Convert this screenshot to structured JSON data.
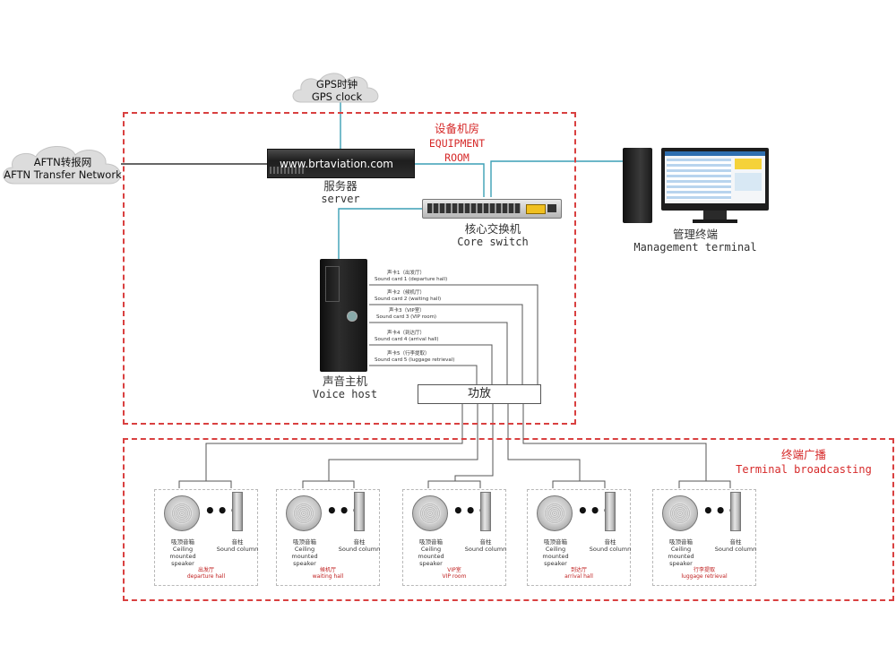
{
  "diagram": {
    "gps_cloud": {
      "line1": "GPS时钟",
      "line2": "GPS clock"
    },
    "aftn_cloud": {
      "line1": "AFTN转报网",
      "line2": "AFTN Transfer Network"
    },
    "equipment_room": {
      "title_cn": "设备机房",
      "title_en": "EQUIPMENT ROOM"
    },
    "server": {
      "watermark": "www.brtaviation.com",
      "label_cn": "服务器",
      "label_en": "server"
    },
    "core_switch": {
      "label_cn": "核心交换机",
      "label_en": "Core switch"
    },
    "management_terminal": {
      "label_cn": "管理终端",
      "label_en": "Management terminal"
    },
    "voice_host": {
      "label_cn": "声音主机",
      "label_en": "Voice host"
    },
    "sound_cards": [
      {
        "cn": "声卡1（出发厅）",
        "en": "Sound card 1 (departure hall)"
      },
      {
        "cn": "声卡2（候机厅）",
        "en": "Sound card 2 (waiting hall)"
      },
      {
        "cn": "声卡3（VIP室）",
        "en": "Sound card 3 (VIP room)"
      },
      {
        "cn": "声卡4（到达厅）",
        "en": "Sound card 4 (arrival hall)"
      },
      {
        "cn": "声卡5（行李提取）",
        "en": "Sound card 5 (luggage retrieval)"
      }
    ],
    "amplifier": {
      "label": "功放"
    },
    "terminal_broadcasting": {
      "title_cn": "终端广播",
      "title_en": "Terminal broadcasting"
    },
    "zones": [
      {
        "speaker_cn": "吸顶音箱",
        "speaker_en": "Ceiling mounted speaker",
        "column_cn": "音柱",
        "column_en": "Sound column",
        "name_cn": "出发厅",
        "name_en": "departure hall"
      },
      {
        "speaker_cn": "吸顶音箱",
        "speaker_en": "Ceiling mounted speaker",
        "column_cn": "音柱",
        "column_en": "Sound column",
        "name_cn": "候机厅",
        "name_en": "waiting hall"
      },
      {
        "speaker_cn": "吸顶音箱",
        "speaker_en": "Ceiling mounted speaker",
        "column_cn": "音柱",
        "column_en": "Sound column",
        "name_cn": "VIP室",
        "name_en": "VIP room"
      },
      {
        "speaker_cn": "吸顶音箱",
        "speaker_en": "Ceiling mounted speaker",
        "column_cn": "音柱",
        "column_en": "Sound column",
        "name_cn": "到达厅",
        "name_en": "arrival hall"
      },
      {
        "speaker_cn": "吸顶音箱",
        "speaker_en": "Ceiling mounted speaker",
        "column_cn": "音柱",
        "column_en": "Sound column",
        "name_cn": "行李提取",
        "name_en": "luggage retrieval"
      }
    ],
    "colors": {
      "zone_border": "#d94040",
      "title_red": "#d62a2a",
      "connector": "#555555",
      "network_line": "#4aa3b8"
    }
  }
}
